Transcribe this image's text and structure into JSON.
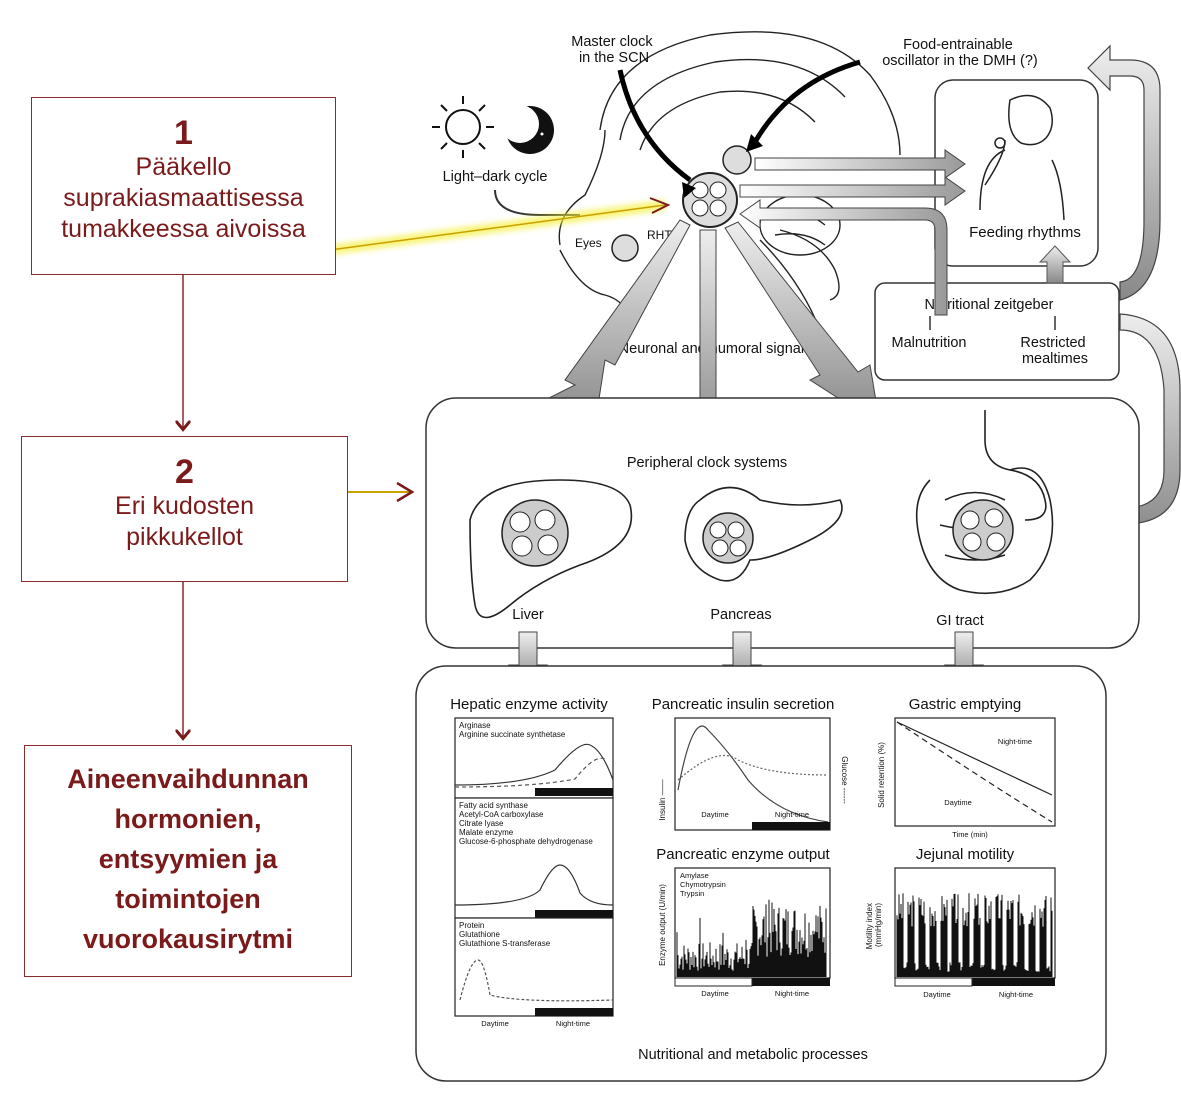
{
  "finnish_boxes": {
    "box1": {
      "number": "1",
      "text": "Pääkello\nsuprakiasmaattisessa\ntumakkeessa aivoissa"
    },
    "box2": {
      "number": "2",
      "text": "Eri kudosten\npikkukellot"
    },
    "box3": {
      "text": "Aineenvaihdunnan\nhormonien,\nentsyymien ja\ntoimintojen\nvuorokausirytmi"
    }
  },
  "brain": {
    "master_clock": "Master clock\nin the SCN",
    "food_oscillator": "Food-entrainable\noscillator in the DMH (?)",
    "light_dark": "Light–dark cycle",
    "eyes": "Eyes",
    "rht": "RHT",
    "signals": "Neuronal and humoral signals"
  },
  "feeding": {
    "label": "Feeding rhythms",
    "zeitgeber": "Nutritional zeitgeber",
    "malnutrition": "Malnutrition",
    "restricted": "Restricted\nmealtimes"
  },
  "peripheral": {
    "title": "Peripheral clock systems",
    "liver": "Liver",
    "pancreas": "Pancreas",
    "gi": "GI tract"
  },
  "processes": {
    "footer": "Nutritional and metabolic processes",
    "hepatic": {
      "title": "Hepatic enzyme activity",
      "panel1": "Arginase\nArginine succinate synthetase",
      "panel2": "Fatty acid synthase\nAcetyl-CoA carboxylase\nCitrate lyase\nMalate enzyme\nGlucose-6-phosphate dehydrogenase",
      "panel3": "Protein\nGlutathione\nGlutathione S-transferase",
      "daytime": "Daytime",
      "nighttime": "Night-time"
    },
    "insulin": {
      "title": "Pancreatic insulin secretion",
      "ylabel": "Insulin ——",
      "y2label": "Glucose ------",
      "daytime": "Daytime",
      "nighttime": "Night-time"
    },
    "gastric": {
      "title": "Gastric emptying",
      "ylabel": "Solid retention (%)",
      "xlabel": "Time (min)",
      "nighttime": "Night-time",
      "daytime": "Daytime"
    },
    "enzyme": {
      "title": "Pancreatic enzyme output",
      "ylabel": "Enzyme output (U/min)",
      "legend": "Amylase\nChymotrypsin\nTrypsin",
      "daytime": "Daytime",
      "nighttime": "Night-time"
    },
    "jejunal": {
      "title": "Jejunal motility",
      "ylabel": "Motility index\n(mmHg/min)",
      "daytime": "Daytime",
      "nighttime": "Night-time"
    }
  },
  "colors": {
    "finnish_text": "#7a1a1a",
    "finnish_border": "#8b2a2a",
    "highlight": "#f5f03a"
  }
}
